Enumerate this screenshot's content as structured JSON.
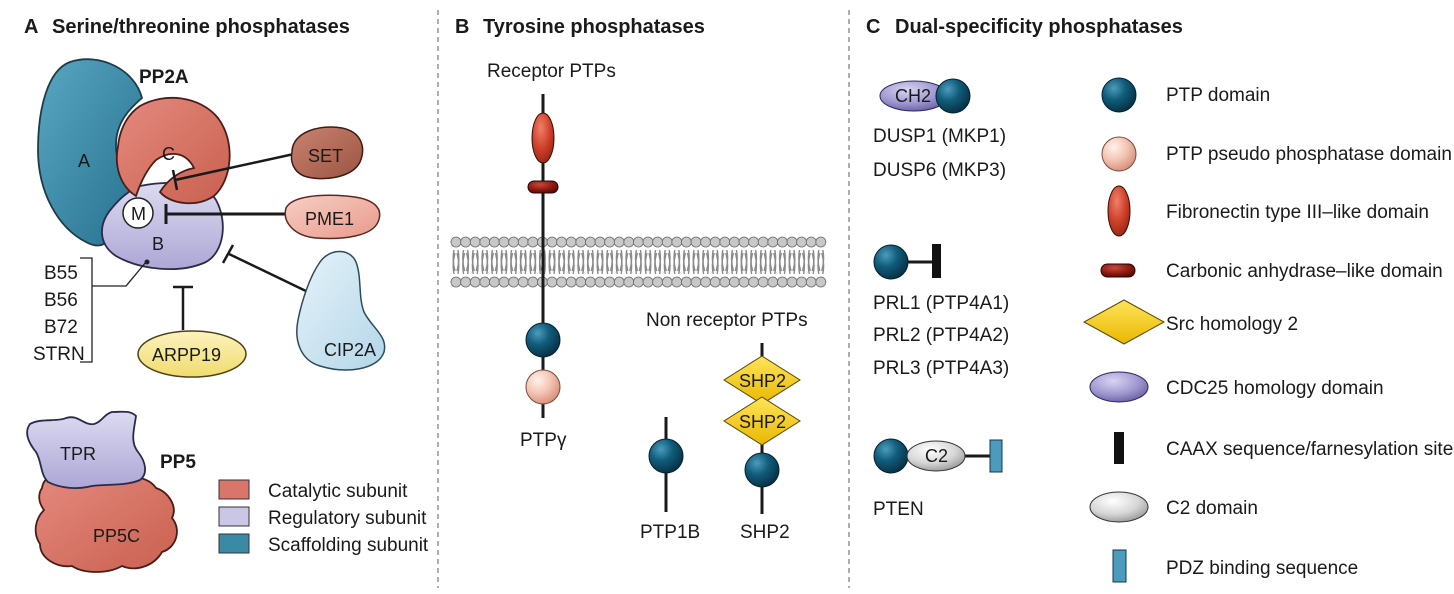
{
  "panel_a": {
    "letter": "A",
    "title": "Serine/threonine phosphatases",
    "pp2a_label": "PP2A",
    "subunit_a": "A",
    "subunit_c": "C",
    "subunit_m": "M",
    "subunit_b": "B",
    "b_isoforms": [
      "B55",
      "B56",
      "B72",
      "STRN"
    ],
    "regulators": {
      "set": "SET",
      "pme1": "PME1",
      "cip2a": "CIP2A",
      "arpp19": "ARPP19"
    },
    "pp5_label": "PP5",
    "tpr": "TPR",
    "pp5c": "PP5C",
    "legend": [
      {
        "label": "Catalytic subunit",
        "color": "#d9756a"
      },
      {
        "label": "Regulatory subunit",
        "color": "#c9c6e6"
      },
      {
        "label": "Scaffolding subunit",
        "color": "#3a8aa6"
      }
    ]
  },
  "panel_b": {
    "letter": "B",
    "title": "Tyrosine phosphatases",
    "receptor_label": "Receptor PTPs",
    "receptor_name": "PTPγ",
    "nonreceptor_label": "Non receptor PTPs",
    "ptp1b": "PTP1B",
    "shp2": "SHP2",
    "sh2_1": "SHP2",
    "sh2_2": "SHP2"
  },
  "panel_c": {
    "letter": "C",
    "title": "Dual-specificity phosphatases",
    "ch2": "CH2",
    "dusp": [
      "DUSP1 (MKP1)",
      "DUSP6 (MKP3)"
    ],
    "prl": [
      "PRL1 (PTP4A1)",
      "PRL2 (PTP4A2)",
      "PRL3 (PTP4A3)"
    ],
    "c2": "C2",
    "pten": "PTEN",
    "key": [
      {
        "label": "PTP domain",
        "icon": "ptp-domain-icon"
      },
      {
        "label": "PTP pseudo phosphatase domain",
        "icon": "pseudo-domain-icon"
      },
      {
        "label": "Fibronectin type III–like domain",
        "icon": "fibronectin-icon"
      },
      {
        "label": "Carbonic anhydrase–like domain",
        "icon": "carbonic-anhydrase-icon"
      },
      {
        "label": "Src homology 2",
        "icon": "sh2-icon"
      },
      {
        "label": "CDC25 homology domain",
        "icon": "cdc25-icon"
      },
      {
        "label": "CAAX sequence/farnesylation site",
        "icon": "caax-icon"
      },
      {
        "label": "C2 domain",
        "icon": "c2-icon"
      },
      {
        "label": "PDZ binding sequence",
        "icon": "pdz-icon"
      }
    ]
  },
  "colors": {
    "catalytic": "#d9756a",
    "regulatory": "#c9c6e6",
    "scaffold": "#3a8aa6",
    "ptp_domain": "#0f5a78",
    "pseudo": "#f2c4b3",
    "fibronectin": "#d04a32",
    "carbonic": "#8e1a12",
    "sh2": "#f7cf00",
    "cdc25": "#9f98d0",
    "c2": "#d9d9d9",
    "pdz": "#4b9bbd",
    "set": "#b56a55",
    "pme1": "#f2b3a6",
    "cip2a": "#cde6f2",
    "arpp19": "#f8ec9a"
  }
}
